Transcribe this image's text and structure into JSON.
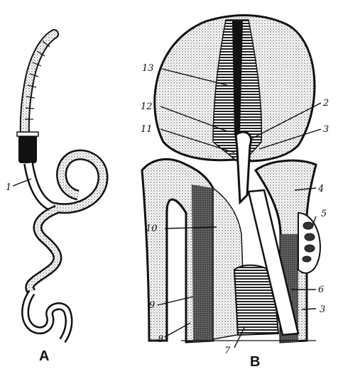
{
  "figure": {
    "panels": [
      "A",
      "B"
    ],
    "panel_a_labels": [
      "1"
    ],
    "panel_b_labels": [
      "13",
      "12",
      "11",
      "10",
      "9",
      "8",
      "2",
      "3",
      "4",
      "5",
      "6",
      "3",
      "7"
    ]
  }
}
